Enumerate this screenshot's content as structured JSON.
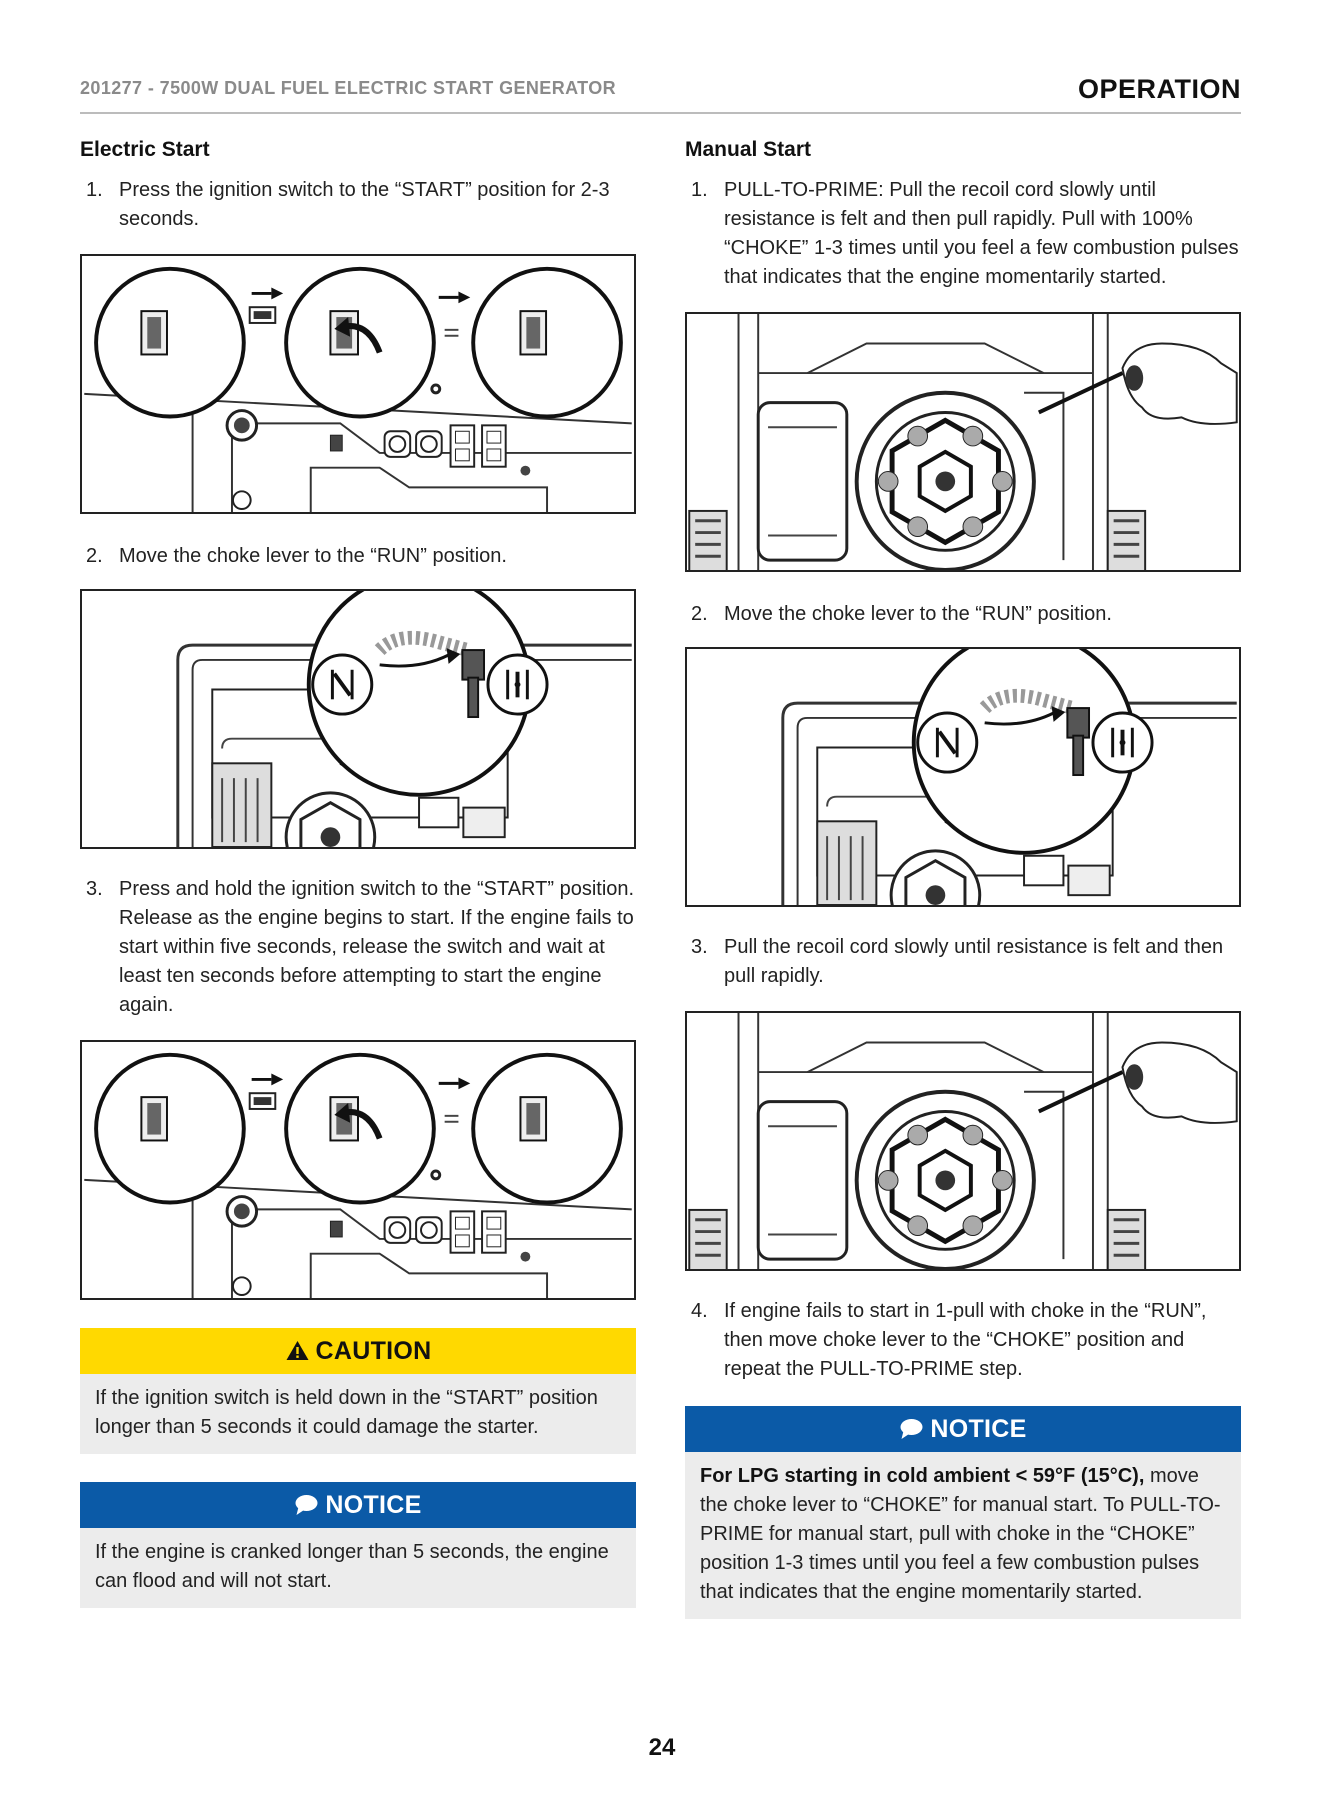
{
  "header": {
    "doc_title": "201277 - 7500W DUAL FUEL ELECTRIC START GENERATOR",
    "section": "OPERATION"
  },
  "electric_start": {
    "title": "Electric Start",
    "steps": [
      {
        "num": "1.",
        "text": "Press the ignition switch to the “START” position for 2-3 seconds."
      },
      {
        "num": "2.",
        "text": "Move the choke lever to the “RUN” position."
      },
      {
        "num": "3.",
        "text": "Press and hold the ignition switch to the “START” position. Release as the engine begins to start. If the engine fails to start within five seconds, release the switch and wait at least ten seconds before attempting to start the engine again."
      }
    ],
    "caution": {
      "label": "CAUTION",
      "text": "If the ignition switch is held down in the “START” position longer than 5 seconds it could damage the starter."
    },
    "notice": {
      "label": "NOTICE",
      "text": "If the engine is cranked longer than 5 seconds, the engine can flood and will not start."
    }
  },
  "manual_start": {
    "title": "Manual Start",
    "steps": [
      {
        "num": "1.",
        "text": "PULL-TO-PRIME: Pull the recoil cord slowly until resistance is felt and then pull rapidly. Pull with 100% “CHOKE” 1-3 times until you feel a few combustion pulses that indicates that the engine momentarily started."
      },
      {
        "num": "2.",
        "text": "Move the choke lever to the “RUN” position."
      },
      {
        "num": "3.",
        "text": "Pull the recoil cord slowly until resistance is felt and then pull rapidly."
      },
      {
        "num": "4.",
        "text": "If engine fails to start in 1-pull with choke in the “RUN”, then move choke lever to the “CHOKE” position and repeat the PULL-TO-PRIME step."
      }
    ],
    "notice": {
      "label": "NOTICE",
      "bold": "For LPG starting in cold ambient < 59°F (15°C),",
      "text": " move the choke lever to “CHOKE” for manual  start. To PULL-TO-PRIME for manual start, pull with choke in the “CHOKE” position 1-3 times until you feel a few combustion pulses that indicates that the engine momentarily started."
    }
  },
  "page_number": "24",
  "colors": {
    "caution": "#ffd900",
    "notice": "#0b5aa7",
    "callout_body": "#ececec",
    "header_grey": "#8a8a8a"
  }
}
